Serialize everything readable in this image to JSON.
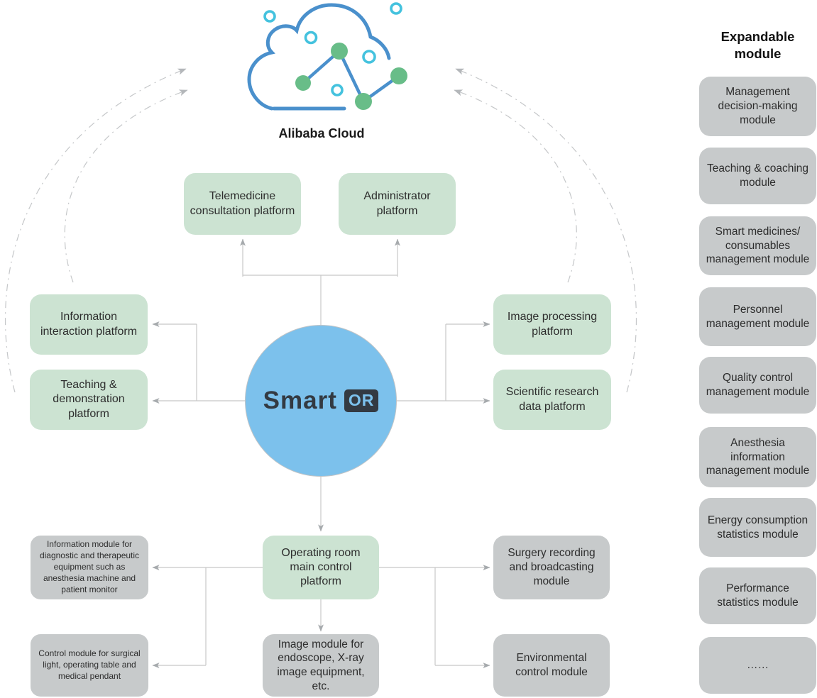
{
  "cloud": {
    "label": "Alibaba Cloud",
    "icon": "cloud-network-icon"
  },
  "hub": {
    "brand": "Smart",
    "badge": "OR"
  },
  "platforms": {
    "telemedicine": "Telemedicine consultation platform",
    "administrator": "Administrator platform",
    "information_interaction": "Information interaction platform",
    "teaching_demonstration": "Teaching & demonstration platform",
    "image_processing": "Image processing platform",
    "scientific_research": "Scientific research data platform",
    "or_main_control": "Operating room main control platform"
  },
  "modules": {
    "equipment_information": "Information module for diagnostic and therapeutic equipment such as anesthesia machine and patient monitor",
    "equipment_control": "Control module for surgical light, operating table and medical pendant",
    "image": "Image module for endoscope, X-ray image equipment, etc.",
    "surgery_recording": "Surgery recording and broadcasting module",
    "environmental_control": "Environmental control module"
  },
  "expandable": {
    "title": "Expandable module",
    "items": [
      "Management decision-making module",
      "Teaching & coaching module",
      "Smart medicines/ consumables management module",
      "Personnel management module",
      "Quality control management module",
      "Anesthesia information management module",
      "Energy consumption statistics module",
      "Performance statistics module",
      "……"
    ]
  },
  "colors": {
    "platform_green": "#cce3d2",
    "module_gray": "#c7cacb",
    "hub_blue": "#7cc1ec",
    "hub_badge_dark": "#333a42",
    "cloud_blue": "#4a90cc",
    "node_green": "#68bd88",
    "dot_cyan": "#44c2de",
    "connector_gray": "#c8c8c8",
    "arrowhead_gray": "#a6aaad"
  }
}
